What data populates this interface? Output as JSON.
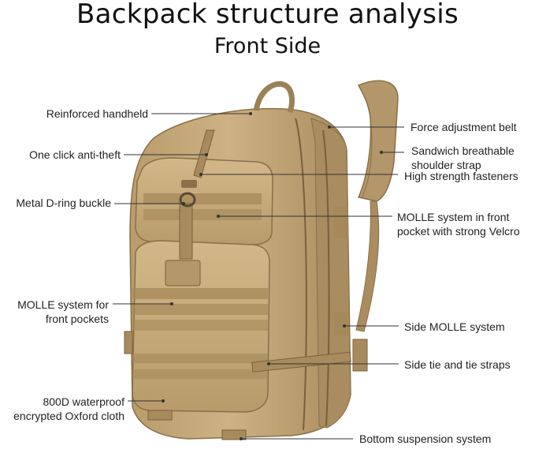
{
  "title": "Backpack structure analysis",
  "subtitle": "Front Side",
  "colors": {
    "fabric": "#c4a87a",
    "fabric_dark": "#9c8157",
    "fabric_light": "#d8bf93",
    "leader_line": "#333333",
    "text": "#222222"
  },
  "callouts_left": [
    {
      "id": "reinforced-handheld",
      "lines": [
        "Reinforced handheld"
      ]
    },
    {
      "id": "one-click-anti-theft",
      "lines": [
        "One click anti-theft"
      ]
    },
    {
      "id": "metal-d-ring-buckle",
      "lines": [
        "Metal D-ring buckle"
      ]
    },
    {
      "id": "molle-front-pockets",
      "lines": [
        "MOLLE system for",
        "front pockets"
      ]
    },
    {
      "id": "oxford-cloth",
      "lines": [
        "800D waterproof",
        "encrypted Oxford cloth"
      ]
    }
  ],
  "callouts_right": [
    {
      "id": "force-adjustment-belt",
      "lines": [
        "Force adjustment belt"
      ]
    },
    {
      "id": "sandwich-shoulder-strap",
      "lines": [
        "Sandwich breathable",
        "shoulder strap"
      ]
    },
    {
      "id": "high-strength-fasteners",
      "lines": [
        "High strength fasteners"
      ]
    },
    {
      "id": "molle-front-pocket-velcro",
      "lines": [
        "MOLLE system in front",
        "pocket with strong Velcro"
      ]
    },
    {
      "id": "side-molle-system",
      "lines": [
        "Side MOLLE system"
      ]
    },
    {
      "id": "side-tie-straps",
      "lines": [
        "Side tie and tie straps"
      ]
    },
    {
      "id": "bottom-suspension-system",
      "lines": [
        "Bottom suspension system"
      ]
    }
  ]
}
